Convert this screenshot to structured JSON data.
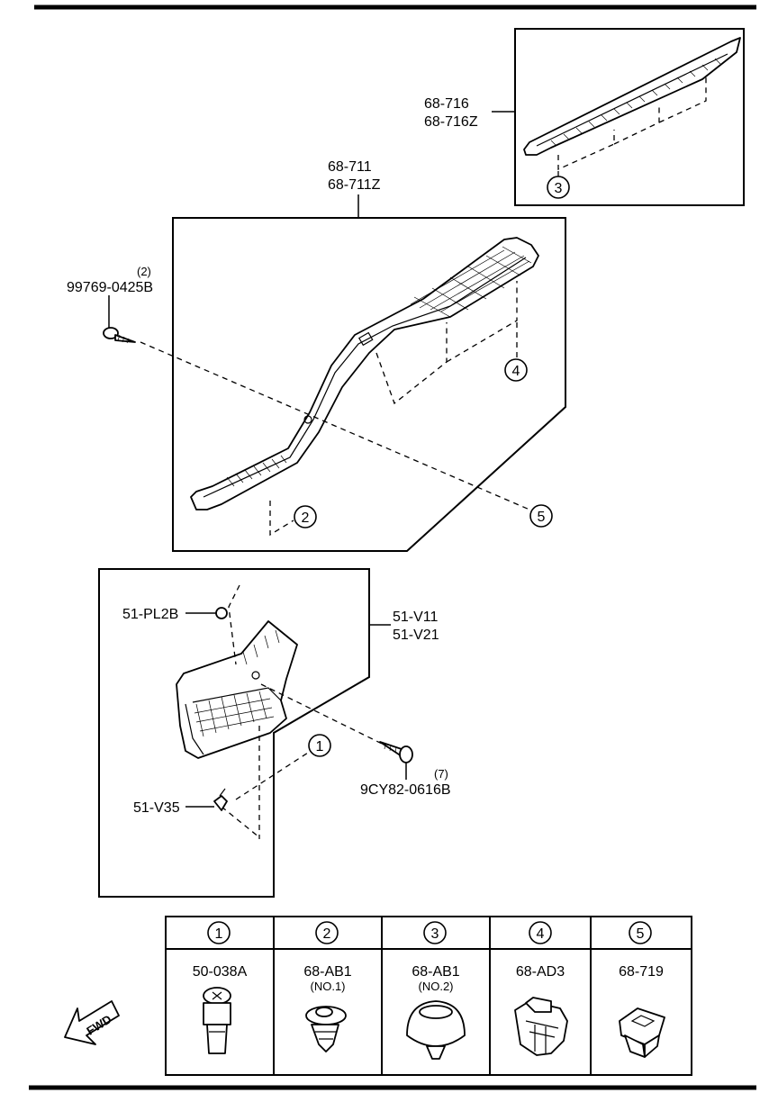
{
  "parts": {
    "step_plate_rear": {
      "code1": "68-716",
      "code2": "68-716Z"
    },
    "scuff_plate": {
      "code1": "68-711",
      "code2": "68-711Z"
    },
    "screw_top": {
      "qty": "(2)",
      "code": "99769-0425B"
    },
    "trim_lower": {
      "code1": "51-V11",
      "code2": "51-V21"
    },
    "cap": {
      "code": "51-PL2B"
    },
    "clip_side": {
      "code": "51-V35"
    },
    "screw_bottom": {
      "qty": "(7)",
      "code": "9CY82-0616B"
    }
  },
  "callouts": [
    "1",
    "2",
    "3",
    "4",
    "5"
  ],
  "fastener_table": [
    {
      "index": "1",
      "code": "50-038A",
      "note": ""
    },
    {
      "index": "2",
      "code": "68-AB1",
      "note": "(NO.1)"
    },
    {
      "index": "3",
      "code": "68-AB1",
      "note": "(NO.2)"
    },
    {
      "index": "4",
      "code": "68-AD3",
      "note": ""
    },
    {
      "index": "5",
      "code": "68-719",
      "note": ""
    }
  ],
  "fwd_label": "FWD"
}
